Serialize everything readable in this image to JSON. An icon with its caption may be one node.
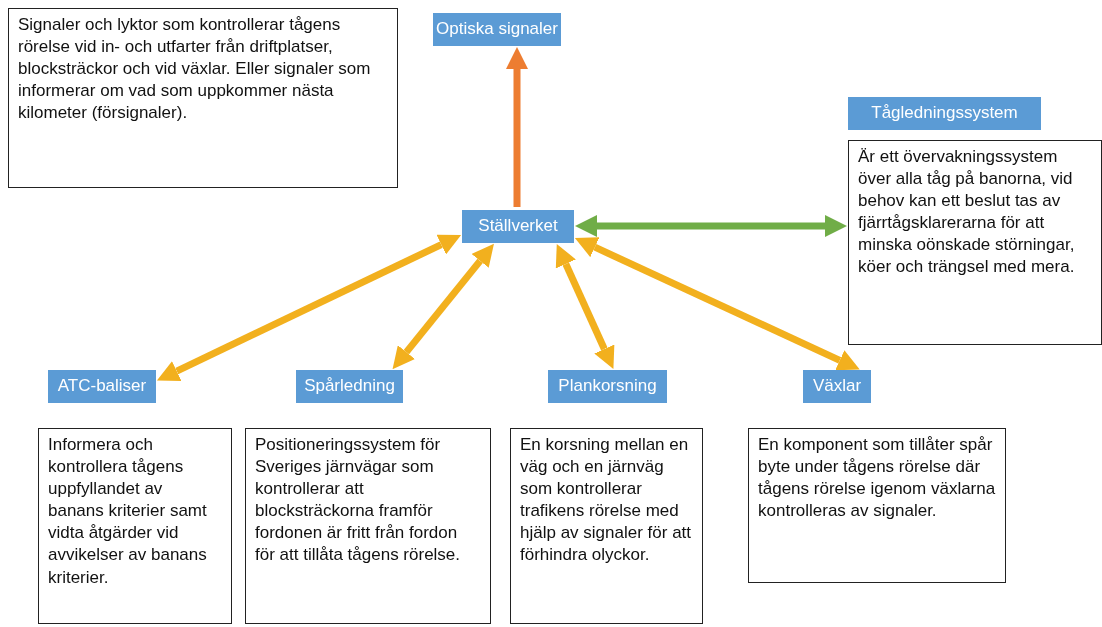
{
  "diagram": {
    "nodes": [
      {
        "text": [
          "Signaler och lyktor som kontrollerar tågens rörelse vid in- och utfarter från driftplatser, blocksträckor och vid växlar. Eller signaler som informerar om vad som uppkommer nästa kilometer (försignaler)."
        ]
      },
      {
        "text": [
          "Optiska signaler"
        ]
      },
      {
        "text": [
          "Tågledningssystem"
        ]
      },
      {
        "text": [
          "Ställverket"
        ]
      },
      {
        "text": [
          "Är ett övervakningssystem över alla tåg på banorna, vid behov kan ett beslut tas av fjärrtågsklarerarna för att minska oönskade störningar, köer och trängsel med mera."
        ]
      },
      {
        "text": [
          "ATC-baliser"
        ]
      },
      {
        "text": [
          "Spårledning"
        ]
      },
      {
        "text": [
          "Plankorsning"
        ]
      },
      {
        "text": [
          "Växlar"
        ]
      },
      {
        "text": [
          "Informera och kontrollera tågens uppfyllandet av banans kriterier samt vidta åtgärder vid avvikelser av banans kriterier."
        ]
      },
      {
        "text": [
          "Positioneringssystem för Sveriges järnvägar som kontrollerar att blocksträckorna framför fordonen är fritt från fordon för att tillåta tågens rörelse."
        ]
      },
      {
        "text": [
          "En korsning mellan en väg och en järnväg som kontrollerar trafikens rörelse med hjälp av signaler för att förhindra olyckor."
        ]
      },
      {
        "text": [
          "En komponent som tillåter spår byte under tågens rörelse där tågens rörelse igenom växlarna kontrolleras av signaler."
        ]
      }
    ],
    "edges": [
      {
        "from": 3,
        "to": 1,
        "arrow": "to",
        "color": "#ed7d31"
      },
      {
        "from": 3,
        "to": 4,
        "arrow": "both",
        "color": "#70ad47"
      },
      {
        "from": 3,
        "to": 5,
        "arrow": "both"
      },
      {
        "from": 3,
        "to": 6,
        "arrow": "both"
      },
      {
        "from": 3,
        "to": 7,
        "arrow": "both"
      },
      {
        "from": 3,
        "to": 8,
        "arrow": "both"
      }
    ]
  }
}
